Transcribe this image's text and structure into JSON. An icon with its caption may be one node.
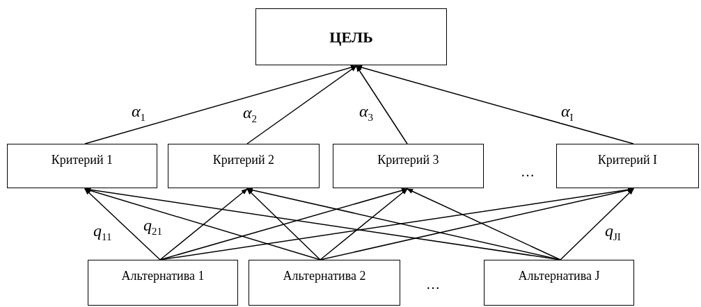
{
  "diagram": {
    "nodes": [
      {
        "text": [
          "ЦЕЛЬ"
        ]
      },
      {
        "text": [
          "Критерий 1"
        ]
      },
      {
        "text": [
          "Критерий 2"
        ]
      },
      {
        "text": [
          "Критерий 3"
        ]
      },
      {
        "text": [
          "Критерий I"
        ]
      },
      {
        "text": [
          "Альтернатива 1"
        ]
      },
      {
        "text": [
          "Альтернатива 2"
        ]
      },
      {
        "text": [
          "Альтернатива J"
        ]
      }
    ],
    "edges": [
      {
        "from": 1,
        "to": 0,
        "arrow": "to",
        "label": "α$_{1}$"
      },
      {
        "from": 2,
        "to": 0,
        "arrow": "to",
        "label": "α$_{2}$"
      },
      {
        "from": 3,
        "to": 0,
        "arrow": "to",
        "label": "α$_{3}$"
      },
      {
        "from": 4,
        "to": 0,
        "arrow": "to",
        "label": "α$_{I}$"
      },
      {
        "from": 5,
        "to": 1,
        "arrow": "to",
        "label": "q$_{11}$"
      },
      {
        "from": 5,
        "to": 2,
        "arrow": "to"
      },
      {
        "from": 5,
        "to": 3,
        "arrow": "to"
      },
      {
        "from": 5,
        "to": 4,
        "arrow": "to"
      },
      {
        "from": 6,
        "to": 1,
        "arrow": "to",
        "label": "q$_{21}$"
      },
      {
        "from": 6,
        "to": 2,
        "arrow": "to"
      },
      {
        "from": 6,
        "to": 3,
        "arrow": "to"
      },
      {
        "from": 6,
        "to": 4,
        "arrow": "to"
      },
      {
        "from": 7,
        "to": 1,
        "arrow": "to"
      },
      {
        "from": 7,
        "to": 2,
        "arrow": "to"
      },
      {
        "from": 7,
        "to": 3,
        "arrow": "to"
      },
      {
        "from": 7,
        "to": 4,
        "arrow": "to",
        "label": "q$_{JI}$"
      }
    ],
    "labels": [
      "…",
      "…"
    ]
  }
}
